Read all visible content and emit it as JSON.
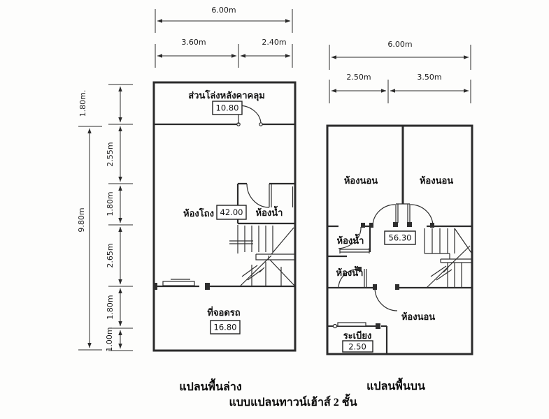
{
  "title_caption": "แบบแปลนทาวน์เฮ้าส์ 2 ชั้น",
  "ground_floor": {
    "caption": "แปลนพื้นล่าง",
    "dims": {
      "total_width": "6.00m",
      "width_segments": [
        "3.60m",
        "2.40m"
      ],
      "total_depth": "9.80m",
      "depth_segments": [
        "1.80m.",
        "2.55m",
        "1.80m",
        "2.65m",
        "1.80m",
        "1.00m"
      ]
    },
    "rooms": {
      "porch": {
        "name": "ส่วนโล่งหลังคาคลุม",
        "area": "10.80"
      },
      "hall": {
        "name": "ห้องโถง",
        "area": "42.00"
      },
      "bathroom": {
        "name": "ห้องน้ำ"
      },
      "carport": {
        "name": "ที่จอดรถ",
        "area": "16.80"
      }
    }
  },
  "upper_floor": {
    "caption": "แปลนพื้นบน",
    "dims": {
      "total_width": "6.00m",
      "width_segments": [
        "2.50m",
        "3.50m"
      ]
    },
    "area_total": "56.30",
    "rooms": {
      "bedroom_front_left": {
        "name": "ห้องนอน"
      },
      "bedroom_front_right": {
        "name": "ห้องนอน"
      },
      "bathroom_upper": {
        "name": "ห้องน้ำ"
      },
      "bathroom_lower": {
        "name": "ห้องน้ำ"
      },
      "bedroom_back": {
        "name": "ห้องนอน"
      },
      "balcony": {
        "name": "ระเบียง",
        "area": "2.50"
      }
    }
  }
}
